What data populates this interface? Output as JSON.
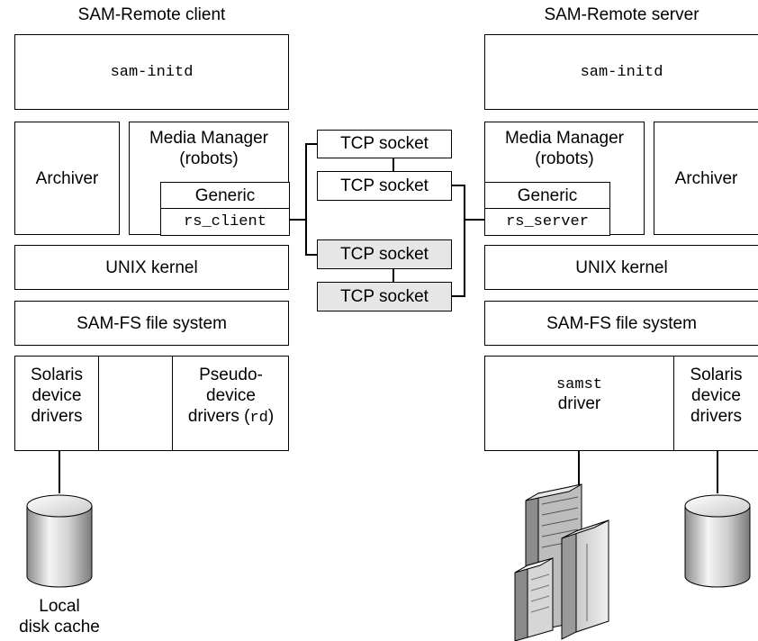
{
  "client": {
    "title": "SAM-Remote client",
    "initd": "sam-initd",
    "archiver": "Archiver",
    "media_manager": [
      "Media Manager",
      "(robots)"
    ],
    "generic": "Generic",
    "rs": "rs_client",
    "kernel": "UNIX kernel",
    "fs": "SAM-FS file system",
    "solaris_drivers": [
      "Solaris",
      "device",
      "drivers"
    ],
    "pseudo_drivers": [
      "Pseudo-",
      "device",
      "drivers ("
    ],
    "pseudo_code": "rd",
    "pseudo_close": ")",
    "disk_caption": [
      "Local",
      "disk cache"
    ]
  },
  "server": {
    "title": "SAM-Remote server",
    "initd": "sam-initd",
    "archiver": "Archiver",
    "media_manager": [
      "Media Manager",
      "(robots)"
    ],
    "generic": "Generic",
    "rs": "rs_server",
    "kernel": "UNIX kernel",
    "fs": "SAM-FS file system",
    "samst": "samst",
    "samst_driver": "driver",
    "solaris_drivers": [
      "Solaris",
      "device",
      "drivers"
    ]
  },
  "sockets": [
    "TCP socket",
    "TCP socket",
    "TCP socket",
    "TCP socket"
  ]
}
